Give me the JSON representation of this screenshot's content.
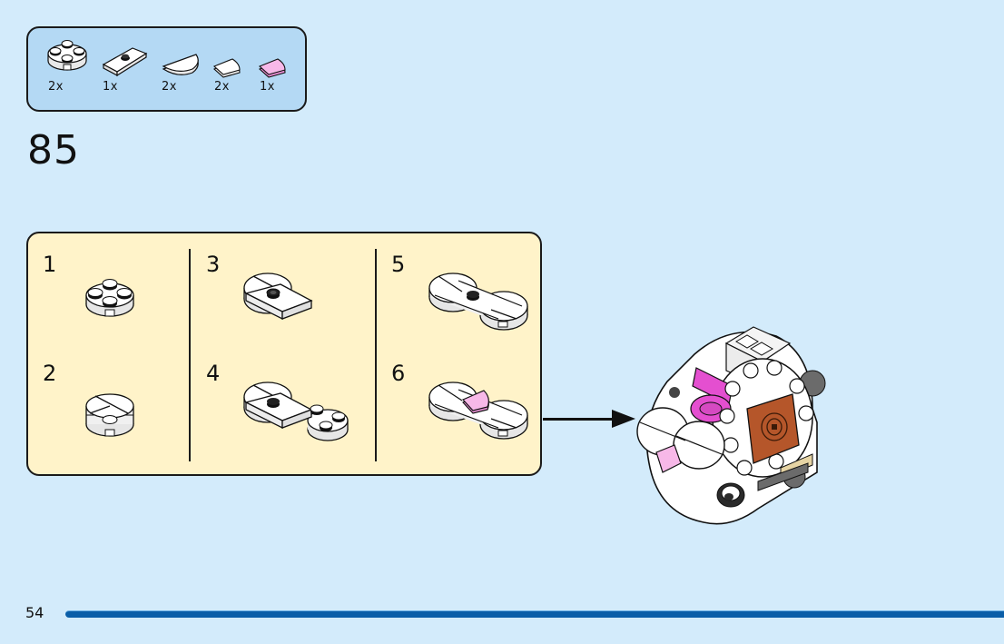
{
  "parts_list": {
    "items": [
      {
        "name": "round-plate-2x2-white",
        "qty": "2x",
        "color": "#ffffff"
      },
      {
        "name": "plate-1x2-jumper-white",
        "qty": "1x",
        "color": "#ffffff"
      },
      {
        "name": "half-round-tile-white",
        "qty": "2x",
        "color": "#ffffff"
      },
      {
        "name": "quarter-round-tile-white",
        "qty": "2x",
        "color": "#ffffff"
      },
      {
        "name": "quarter-round-tile-pink",
        "qty": "1x",
        "color": "#f4a9e0"
      }
    ]
  },
  "step": {
    "number": "85",
    "substeps": [
      {
        "number": "1"
      },
      {
        "number": "2"
      },
      {
        "number": "3"
      },
      {
        "number": "4"
      },
      {
        "number": "5"
      },
      {
        "number": "6"
      }
    ]
  },
  "colors": {
    "page_background": "#d3ebfb",
    "parts_box": "#b4d9f4",
    "steps_panel": "#fff3c9",
    "page_bar": "#0a5ea8",
    "pink": "#f4a9e0",
    "magenta": "#e44fd0",
    "brown": "#b5562a",
    "tan": "#e6d4a4",
    "dark_gray": "#6b6b6b"
  },
  "footer": {
    "page_number": "54"
  }
}
